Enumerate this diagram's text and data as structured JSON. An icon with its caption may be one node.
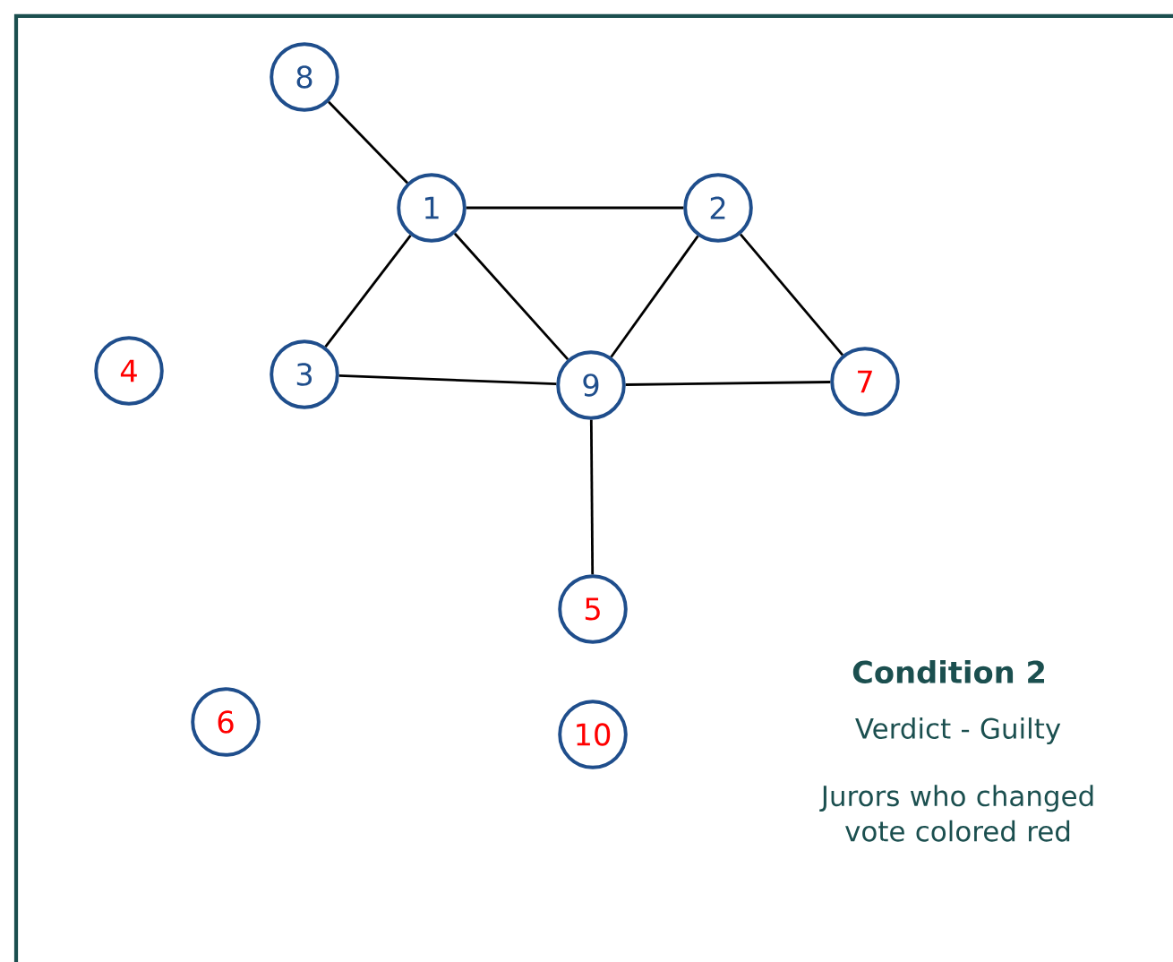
{
  "diagram": {
    "title": "Condition 2",
    "nodes": [
      {
        "text": [
          "8"
        ]
      },
      {
        "text": [
          "1"
        ]
      },
      {
        "text": [
          "2"
        ]
      },
      {
        "text": [
          "4"
        ]
      },
      {
        "text": [
          "3"
        ]
      },
      {
        "text": [
          "9"
        ]
      },
      {
        "text": [
          "7"
        ]
      },
      {
        "text": [
          "5"
        ]
      },
      {
        "text": [
          "6"
        ]
      },
      {
        "text": [
          "10"
        ]
      }
    ],
    "edges": [
      {
        "from": 0,
        "to": 1,
        "arrow": "none"
      },
      {
        "from": 1,
        "to": 2,
        "arrow": "none"
      },
      {
        "from": 1,
        "to": 4,
        "arrow": "none"
      },
      {
        "from": 1,
        "to": 5,
        "arrow": "none"
      },
      {
        "from": 2,
        "to": 5,
        "arrow": "none"
      },
      {
        "from": 2,
        "to": 6,
        "arrow": "none"
      },
      {
        "from": 4,
        "to": 5,
        "arrow": "none"
      },
      {
        "from": 5,
        "to": 6,
        "arrow": "none"
      },
      {
        "from": 5,
        "to": 7,
        "arrow": "none"
      }
    ],
    "labels": [
      "Verdict - Guilty",
      "Jurors who changed vote colored red"
    ]
  }
}
